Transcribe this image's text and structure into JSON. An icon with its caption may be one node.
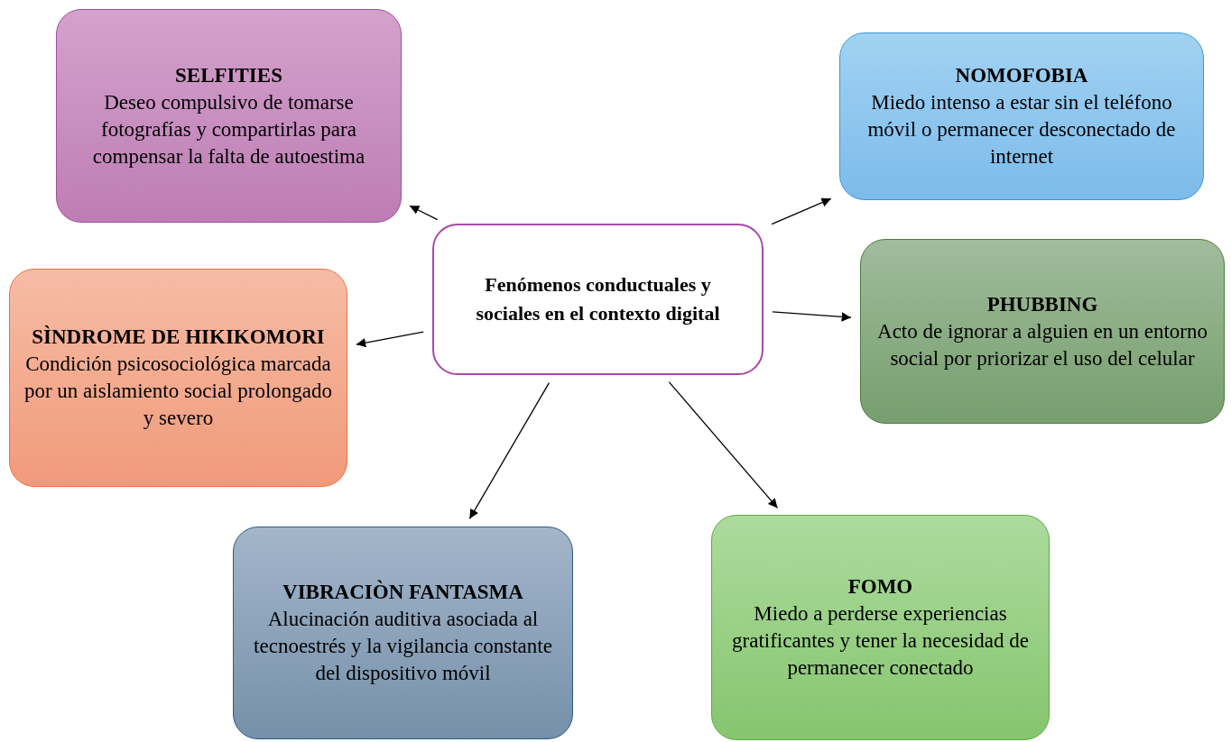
{
  "diagram": {
    "nodes": [
      {
        "text": [
          "Fenómenos conductuales y sociales en el contexto digital"
        ]
      },
      {
        "text": [
          "SELFITIES",
          "Deseo compulsivo de tomarse fotografías y compartirlas para compensar la falta de autoestima"
        ]
      },
      {
        "text": [
          "NOMOFOBIA",
          "Miedo intenso a estar sin el teléfono móvil o permanecer desconectado de internet"
        ]
      },
      {
        "text": [
          "SÌNDROME DE HIKIKOMORI",
          "Condición psicosociológica marcada por un aislamiento social prolongado y severo"
        ]
      },
      {
        "text": [
          "PHUBBING",
          "Acto de ignorar a alguien en un entorno social por priorizar el uso del celular"
        ]
      },
      {
        "text": [
          "VIBRACIÒN FANTASMA",
          "Alucinación auditiva asociada al tecnoestrés y la vigilancia constante del dispositivo móvil"
        ]
      },
      {
        "text": [
          "FOMO",
          "Miedo a perderse experiencias gratificantes y tener la necesidad de permanecer conectado"
        ]
      }
    ],
    "edges": [
      {
        "from": 0,
        "to": 1,
        "arrow": "to"
      },
      {
        "from": 0,
        "to": 2,
        "arrow": "to"
      },
      {
        "from": 0,
        "to": 3,
        "arrow": "to"
      },
      {
        "from": 0,
        "to": 4,
        "arrow": "to"
      },
      {
        "from": 0,
        "to": 5,
        "arrow": "to"
      },
      {
        "from": 0,
        "to": 6,
        "arrow": "to"
      }
    ]
  }
}
